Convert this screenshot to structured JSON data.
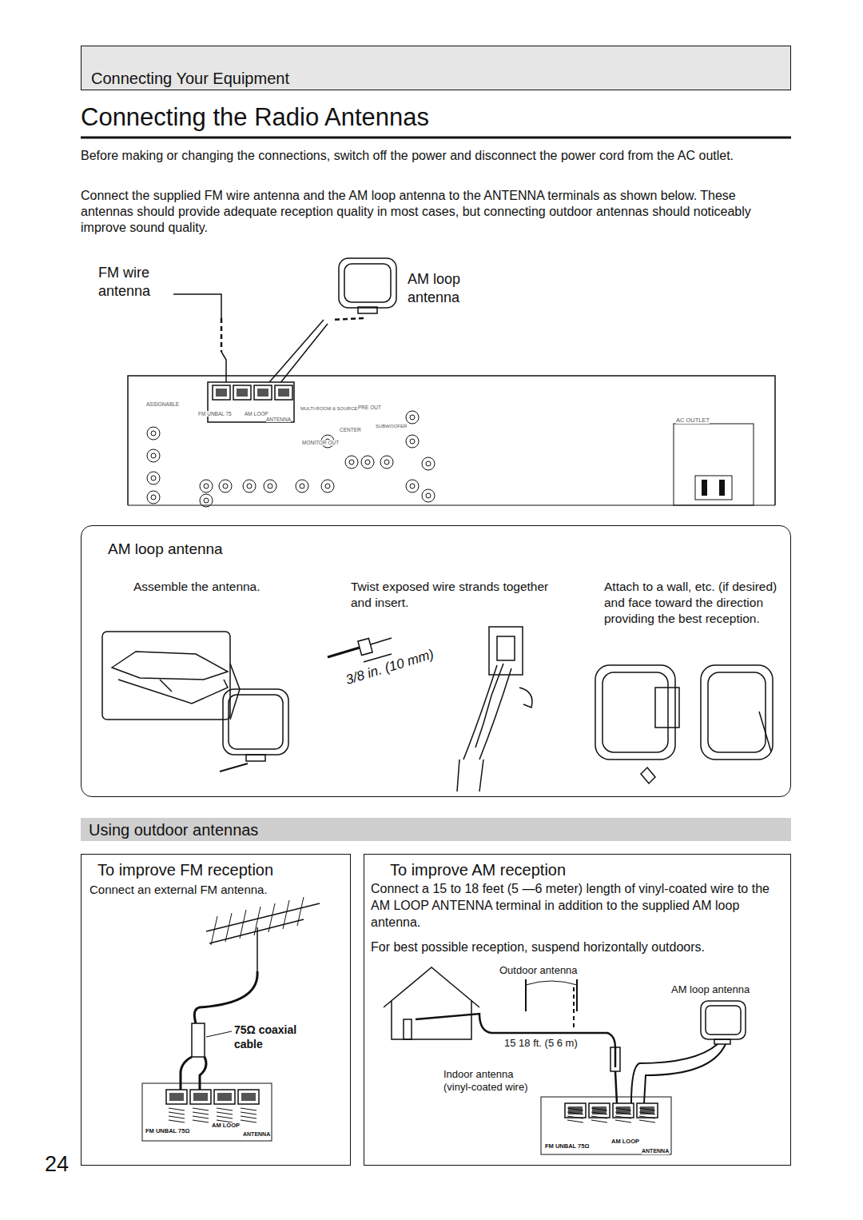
{
  "diagram": {
    "title": "Connecting the Radio Antennas",
    "nodes": [
      {
        "text": [
          "Connecting Your Equipment"
        ]
      },
      {
        "text": [
          "AM loop antenna",
          "Assemble the antenna.",
          "Twist exposed wire strands together and insert.",
          "Attach to a wall, etc. (if desired) and face toward the direction providing the best reception."
        ]
      },
      {
        "text": [
          "Using outdoor antennas"
        ]
      },
      {
        "text": [
          "To improve FM reception",
          "Connect an external FM antenna."
        ]
      },
      {
        "text": [
          "To improve AM reception",
          "Connect a 15 to 18 feet (5 —6 meter) length of vinyl-coated wire to the AM LOOP ANTENNA terminal in addition to the supplied AM loop antenna.",
          "For best possible reception, suspend horizontally outdoors."
        ]
      }
    ],
    "labels": [
      "Before making or changing the connections, switch off the power and disconnect the power cord from the AC outlet.",
      "Connect the supplied FM wire antenna and the AM loop antenna to the ANTENNA terminals as shown below. These antennas should provide adequate reception quality in most cases, but connecting outdoor antennas should noticeably improve sound quality.",
      "FM wire antenna",
      "AM loop antenna",
      "FM UNBAL 75",
      "AM LOOP",
      "ANTENNA",
      "AC OUTLET",
      "PRE OUT",
      "ASSIGNABLE",
      "MONITOR OUT",
      "CENTER",
      "3/8 in. (10 mm)",
      "75Ω coaxial cable",
      "FM UNBAL 75Ω",
      "AM LOOP",
      "ANTENNA",
      "Outdoor antenna",
      "AM loop antenna",
      "15 18 ft. (5 6 m)",
      "Indoor antenna (vinyl-coated wire)",
      "FM UNBAL 75Ω",
      "AM LOOP",
      "ANTENNA",
      "24",
      "MULTI-ROOM & SOURCE",
      "SUBWOOFER"
    ]
  }
}
